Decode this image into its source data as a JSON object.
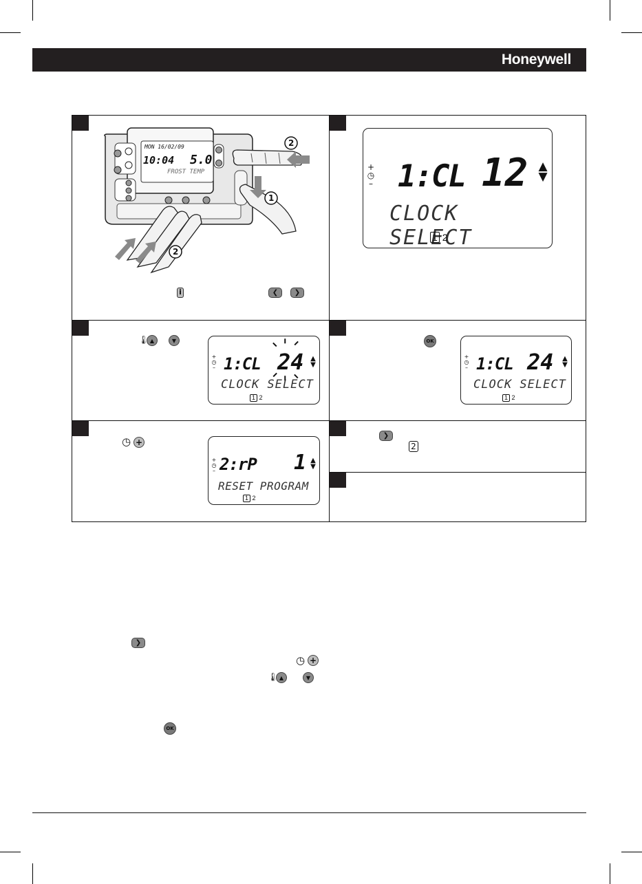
{
  "header": {
    "brand": "Honeywell"
  },
  "panels": {
    "p1": {
      "device": {
        "date": "MON 16/02/09",
        "time": "10:04",
        "temp": "5.0",
        "status": "FROST TEMP"
      },
      "callouts": [
        "2",
        "1",
        "2"
      ],
      "icons": [
        "info-button-icon",
        "left-arrow-button-icon",
        "right-arrow-button-icon"
      ]
    },
    "p2": {
      "lcd": {
        "code": "1:CL",
        "value": "12",
        "label": "CLOCK SELECT",
        "prog_active": "1",
        "prog_other": "2",
        "plus": "+",
        "minus": "–"
      }
    },
    "p3": {
      "icons": [
        "temp-up-button-icon",
        "temp-down-button-icon"
      ],
      "lcd": {
        "code": "1:CL",
        "value": "24",
        "label": "CLOCK SELECT",
        "prog_active": "1",
        "prog_other": "2",
        "plus": "+",
        "minus": "–"
      }
    },
    "p4": {
      "ok": "OK",
      "lcd": {
        "code": "1:CL",
        "value": "24",
        "label": "CLOCK SELECT",
        "prog_active": "1",
        "prog_other": "2",
        "plus": "+",
        "minus": "–"
      }
    },
    "p5": {
      "plus": "+",
      "lcd": {
        "code": "2:rP",
        "value": "1",
        "label": "RESET PROGRAM",
        "prog_active": "1",
        "prog_other": "2",
        "plus": "+",
        "minus": "–"
      }
    },
    "p6": {
      "prog_marker": "2"
    }
  },
  "body_icons": {
    "ok": "OK",
    "plus": "+"
  }
}
